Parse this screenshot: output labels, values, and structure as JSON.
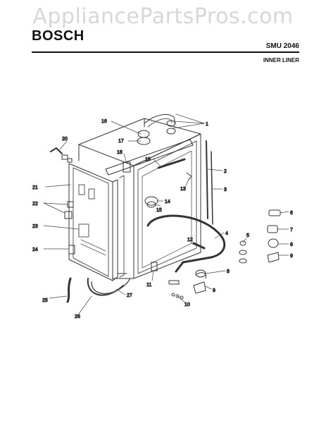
{
  "watermark": "AppliancePartsPros.com",
  "header": {
    "brand": "BOSCH",
    "model": "SMU 2046",
    "section": "INNER LINER"
  },
  "callouts": [
    "1",
    "2",
    "3",
    "4",
    "5",
    "6",
    "7",
    "8",
    "9",
    "10",
    "11",
    "12",
    "13",
    "14",
    "15",
    "16",
    "17",
    "18",
    "19",
    "20",
    "21",
    "22",
    "23",
    "24",
    "25",
    "26",
    "27"
  ]
}
